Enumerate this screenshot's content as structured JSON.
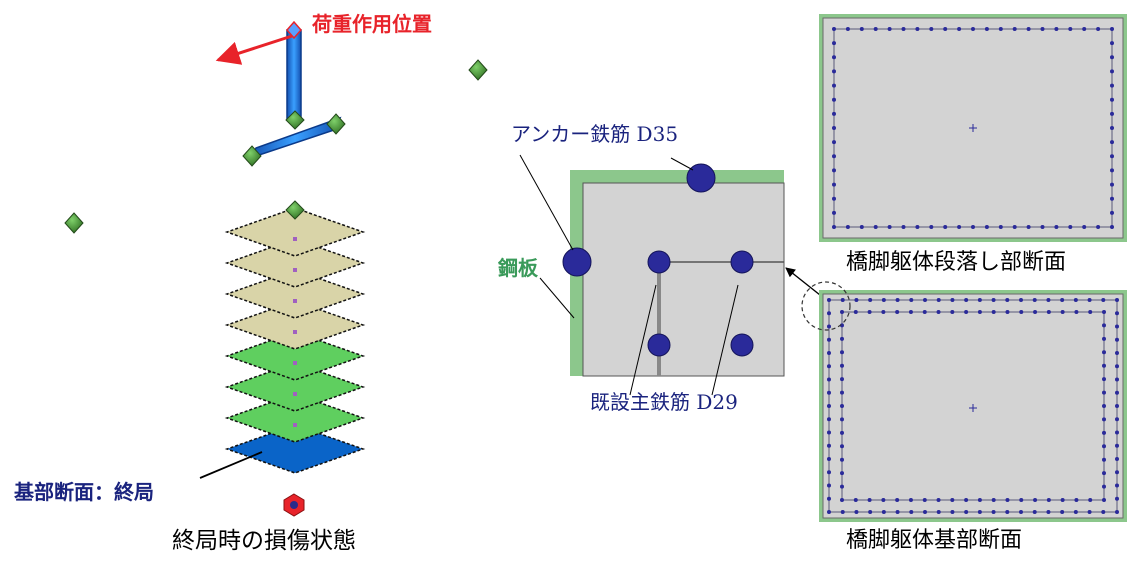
{
  "labels": {
    "load_position": "荷重作用位置",
    "base_section_ultimate": "基部断面：終局",
    "damage_state_caption": "終局時の損傷状態",
    "anchor_rebar": "アンカー鉄筋 D35",
    "steel_plate": "鋼板",
    "existing_main_rebar": "既設主鉄筋 D29",
    "pier_step_section": "橋脚躯体段落し部断面",
    "pier_base_section": "橋脚躯体基部断面"
  },
  "colors": {
    "load_label": "#e8232a",
    "dark_label": "#1a237e",
    "steel_label": "#3a9a5a",
    "text": "#000000",
    "rebar_fill": "#2a2a8a",
    "section_fill": "#d3d3d3",
    "plate_green": "#8cc78c",
    "layer_tan": "#d9d4a8",
    "layer_green": "#5fcf5f",
    "layer_blue": "#0a64c8",
    "node_green": "#3a8a2a"
  },
  "fem_model": {
    "fiber_layers": [
      {
        "kind": "tan"
      },
      {
        "kind": "tan"
      },
      {
        "kind": "tan"
      },
      {
        "kind": "tan"
      },
      {
        "kind": "green"
      },
      {
        "kind": "green"
      },
      {
        "kind": "green"
      },
      {
        "kind": "blue"
      }
    ]
  }
}
